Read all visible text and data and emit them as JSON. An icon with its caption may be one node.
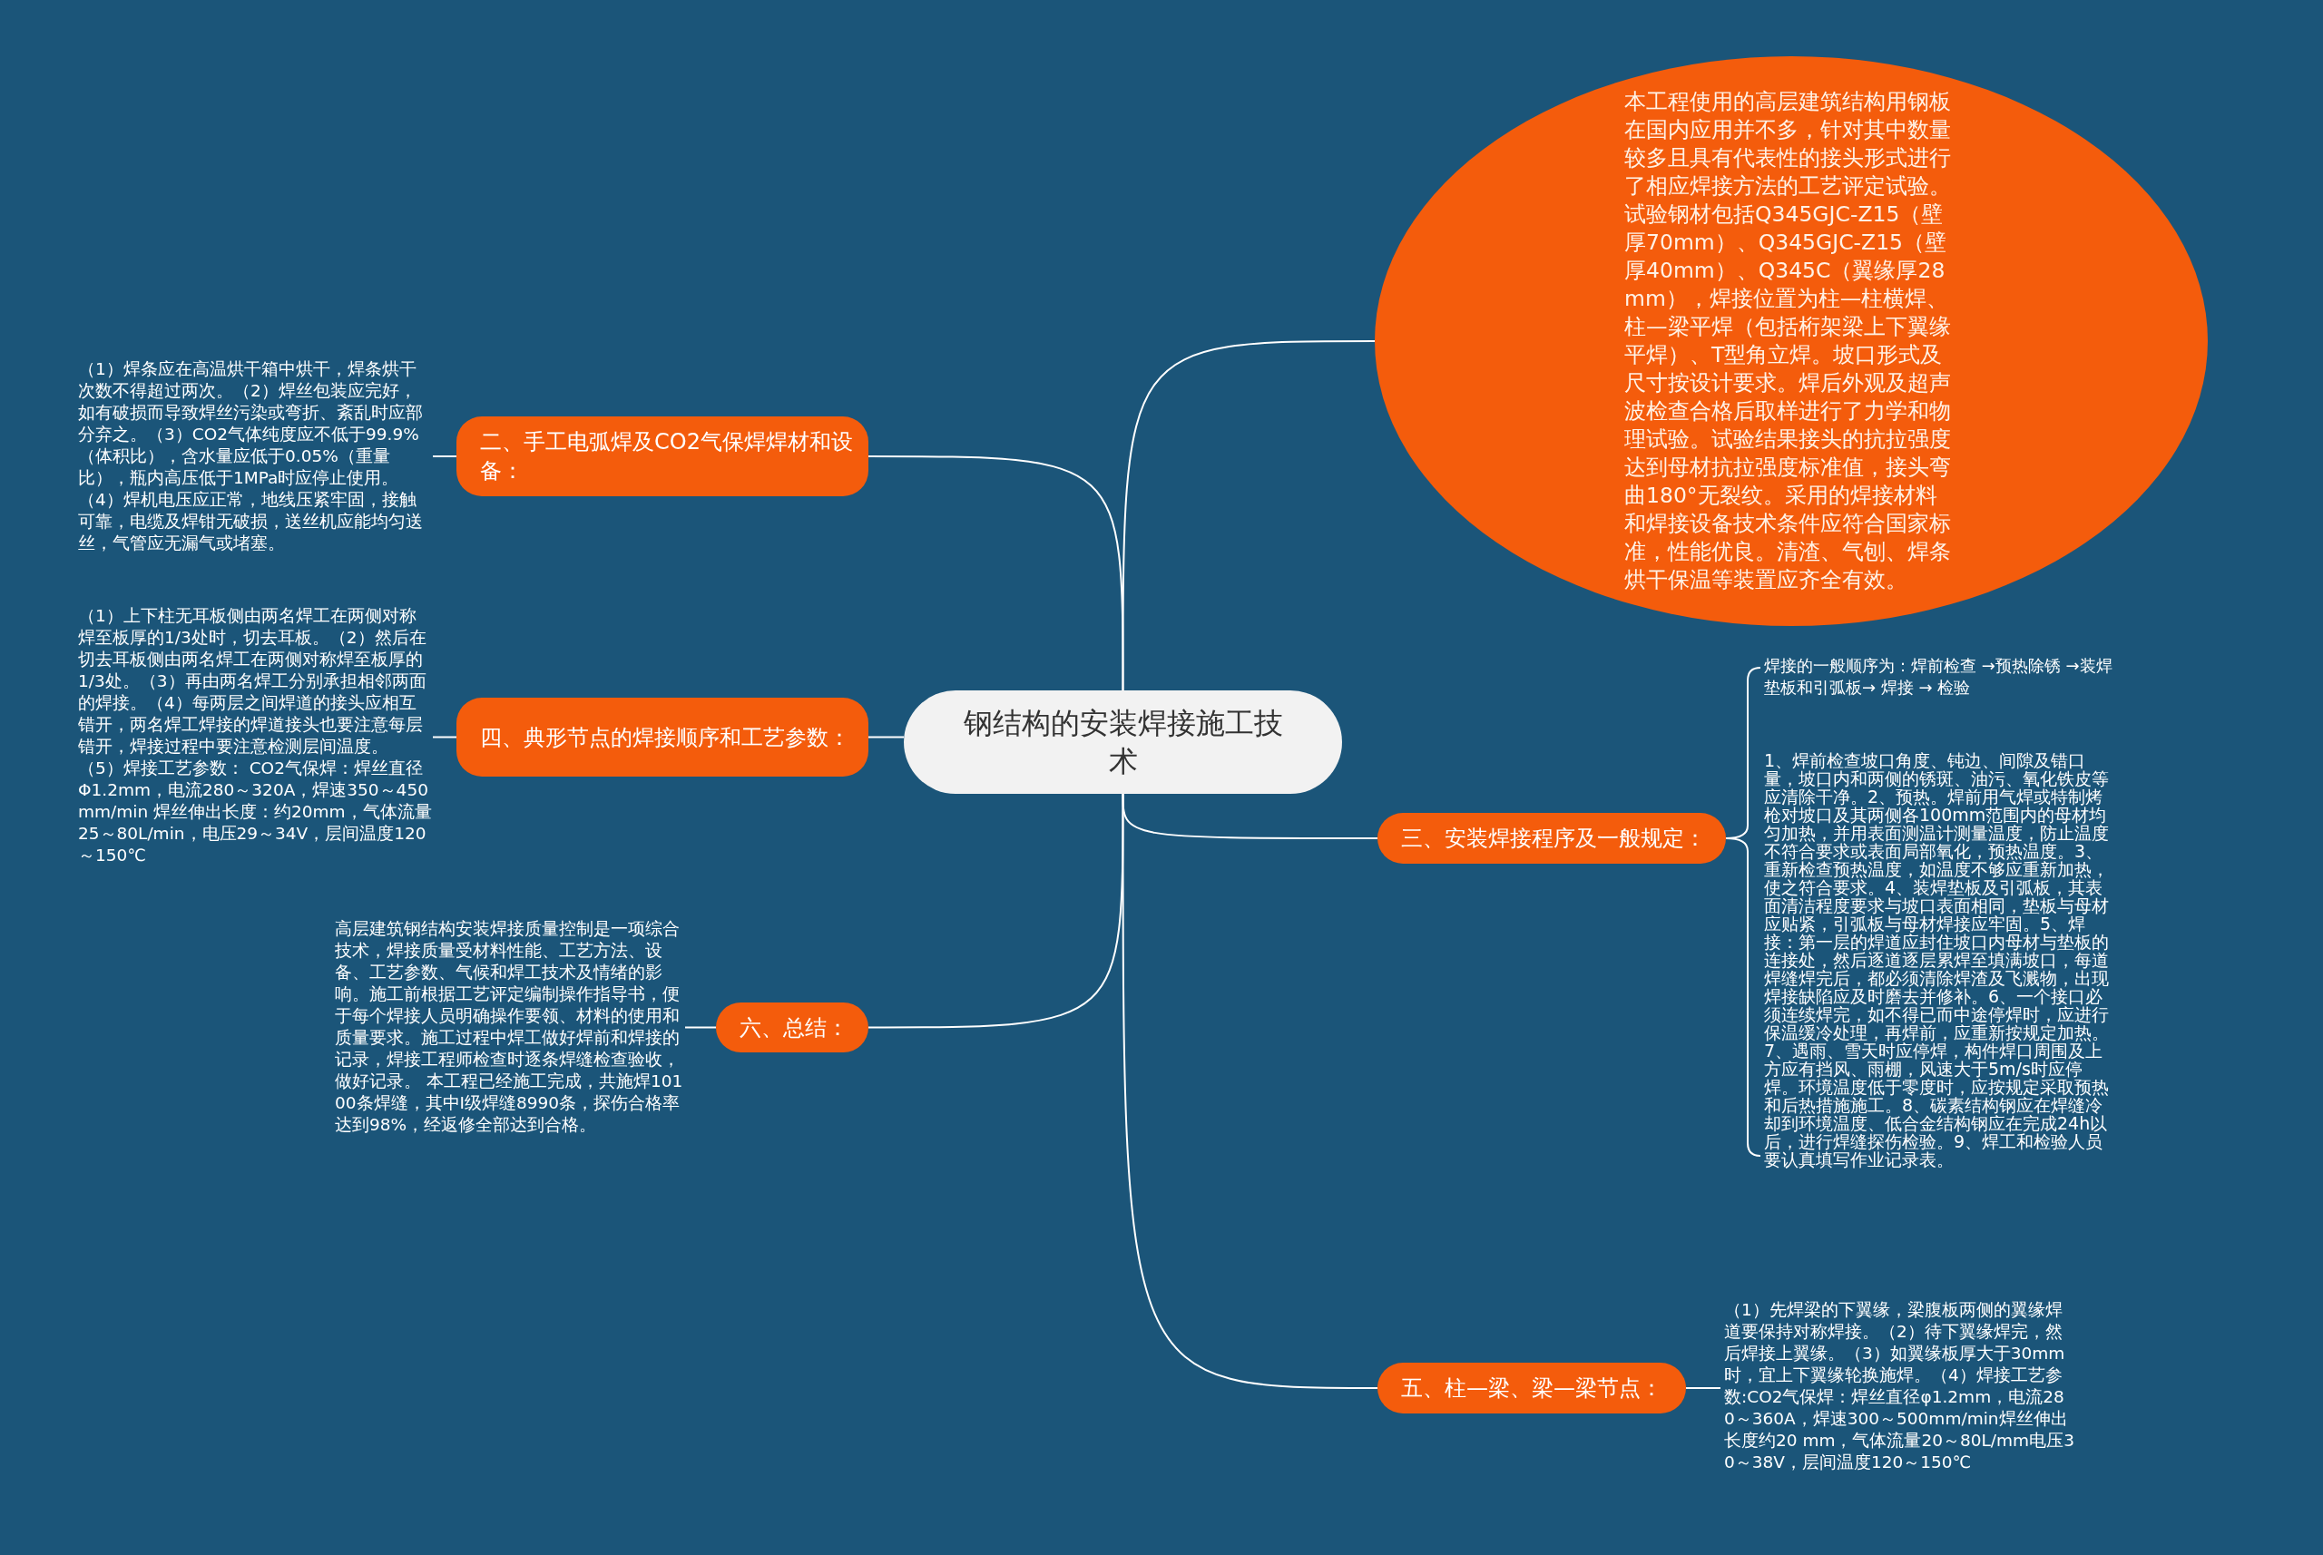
{
  "diagram": {
    "nodes": [
      {
        "text": [
          "钢结构的安装焊接施工技术"
        ]
      },
      {
        "text": [
          "本工程使用的高层建筑结构用钢板在国内应用并不多，针对其中数量较多且具有代表性的接头形式进行了相应焊接方法的工艺评定试验。试验钢材包括Q345GJC-Z15（壁厚70mm）、Q345GJC-Z15（壁厚40mm）、Q345C（翼缘厚28mm），焊接位置为柱—柱横焊、柱—梁平焊（包括桁架梁上下翼缘平焊）、T型角立焊。坡口形式及尺寸按设计要求。焊后外观及超声波检查合格后取样进行了力学和物理试验。试验结果接头的抗拉强度达到母材抗拉强度标准值，接头弯曲180°无裂纹。采用的焊接材料和焊接设备技术条件应符合国家标准，性能优良。清渣、气刨、焊条烘干保温等装置应齐全有效。"
        ]
      },
      {
        "text": [
          "二、手工电弧焊及CO2气保焊焊材和设备："
        ]
      },
      {
        "text": [
          "（1）焊条应在高温烘干箱中烘干，焊条烘干次数不得超过两次。（2）焊丝包装应完好，如有破损而导致焊丝污染或弯折、紊乱时应部分弃之。（3）CO2气体纯度应不低于99.9%（体积比），含水量应低于0.05%（重量比），瓶内高压低于1MPa时应停止使用。（4）焊机电压应正常，地线压紧牢固，接触可靠，电缆及焊钳无破损，送丝机应能均匀送丝，气管应无漏气或堵塞。"
        ]
      },
      {
        "text": [
          "四、典形节点的焊接顺序和工艺参数："
        ]
      },
      {
        "text": [
          "（1）上下柱无耳板侧由两名焊工在两侧对称焊至板厚的1/3处时，切去耳板。（2）然后在切去耳板侧由两名焊工在两侧对称焊至板厚的1/3处。（3）再由两名焊工分别承担相邻两面的焊接。（4）每两层之间焊道的接头应相互错开，两名焊工焊接的焊道接头也要注意每层错开，焊接过程中要注意检测层间温度。（5）焊接工艺参数： CO2气保焊：焊丝直径Φ1.2mm，电流280～320A，焊速350～450mm/min 焊丝伸出长度：约20mm，气体流量25～80L/min，电压29～34V，层间温度120～150℃"
        ]
      },
      {
        "text": [
          "六、总结："
        ]
      },
      {
        "text": [
          "高层建筑钢结构安装焊接质量控制是一项综合技术，焊接质量受材料性能、工艺方法、设备、工艺参数、气候和焊工技术及情绪的影响。施工前根据工艺评定编制操作指导书，便于每个焊接人员明确操作要领、材料的使用和质量要求。施工过程中焊工做好焊前和焊接的记录，焊接工程师检查时逐条焊缝检查验收，做好记录。 本工程已经施工完成，共施焊10100条焊缝，其中Ⅰ级焊缝8990条，探伤合格率达到98%，经返修全部达到合格。"
        ]
      },
      {
        "text": [
          "三、安装焊接程序及一般规定："
        ]
      },
      {
        "text": [
          "焊接的一般顺序为：焊前检查 →预热除锈 →装焊垫板和引弧板→ 焊接 → 检验"
        ]
      },
      {
        "text": [
          "1、焊前检查坡口角度、钝边、间隙及错口量，坡口内和两侧的锈斑、油污、氧化铁皮等应清除干净。2、预热。焊前用气焊或特制烤枪对坡口及其两侧各100mm范围内的母材均匀加热，并用表面测温计测量温度，防止温度不符合要求或表面局部氧化，预热温度。3、重新检查预热温度，如温度不够应重新加热，使之符合要求。4、装焊垫板及引弧板，其表面清洁程度要求与坡口表面相同，垫板与母材应贴紧，引弧板与母材焊接应牢固。5、焊接：第一层的焊道应封住坡口内母材与垫板的连接处，然后逐道逐层累焊至填满坡口，每道焊缝焊完后，都必须清除焊渣及飞溅物，出现焊接缺陷应及时磨去并修补。6、一个接口必须连续焊完，如不得已而中途停焊时，应进行保温缓冷处理，再焊前，应重新按规定加热。7、遇雨、雪天时应停焊，构件焊口周围及上方应有挡风、雨棚，风速大于5m/s时应停焊。环境温度低于零度时，应按规定采取预热和后热措施施工。8、碳素结构钢应在焊缝冷却到环境温度、低合金结构钢应在完成24h以后，进行焊缝探伤检验。9、焊工和检验人员要认真填写作业记录表。"
        ]
      },
      {
        "text": [
          "五、柱—梁、梁—梁节点："
        ]
      },
      {
        "text": [
          "（1）先焊梁的下翼缘，梁腹板两侧的翼缘焊道要保持对称焊接。（2）待下翼缘焊完，然后焊接上翼缘。（3）如翼缘板厚大于30mm时，宜上下翼缘轮换施焊。（4）焊接工艺参数:CO2气保焊：焊丝直径φ1.2mm，电流280～360A，焊速300～500mm/min焊丝伸出长度约20 mm，气体流量20～80L/mm电压30～38V，层间温度120～150℃"
        ]
      }
    ],
    "edges": [
      {
        "from": 0,
        "to": 1,
        "arrow": "none"
      },
      {
        "from": 0,
        "to": 2,
        "arrow": "none"
      },
      {
        "from": 2,
        "to": 3,
        "arrow": "none"
      },
      {
        "from": 0,
        "to": 4,
        "arrow": "none"
      },
      {
        "from": 4,
        "to": 5,
        "arrow": "none"
      },
      {
        "from": 0,
        "to": 6,
        "arrow": "none"
      },
      {
        "from": 6,
        "to": 7,
        "arrow": "none"
      },
      {
        "from": 0,
        "to": 8,
        "arrow": "none"
      },
      {
        "from": 8,
        "to": 9,
        "arrow": "none"
      },
      {
        "from": 8,
        "to": 10,
        "arrow": "none"
      },
      {
        "from": 0,
        "to": 11,
        "arrow": "none"
      },
      {
        "from": 11,
        "to": 12,
        "arrow": "none"
      }
    ]
  }
}
